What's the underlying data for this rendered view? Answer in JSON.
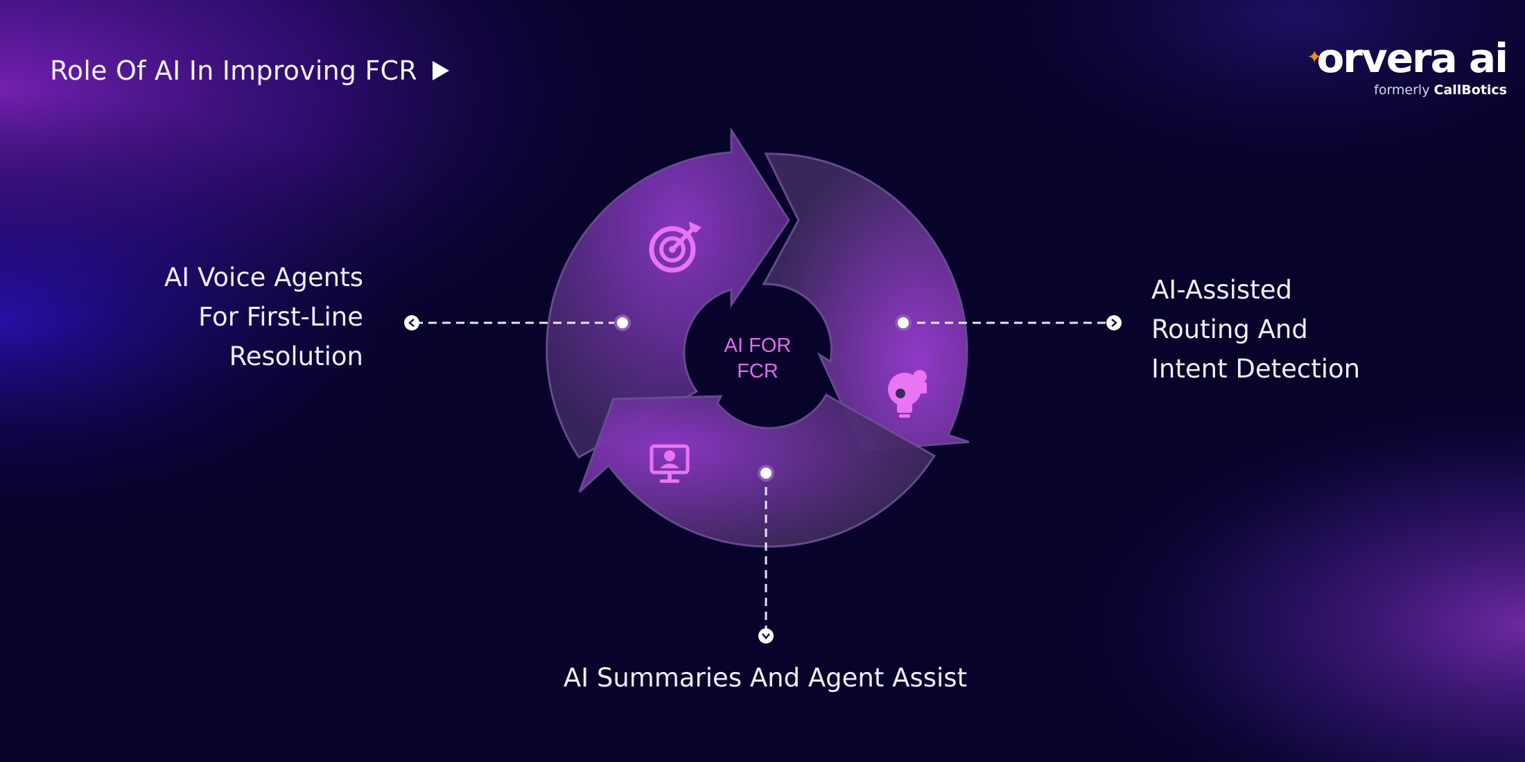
{
  "header": {
    "title": "Role Of AI In Improving FCR",
    "play_icon": "play-triangle-icon"
  },
  "logo": {
    "wordmark": "orvera ai",
    "sub_prefix": "formerly",
    "sub_brand": "CallBotics",
    "accent_color": "#f28a1e"
  },
  "cycle": {
    "center_label": [
      "AI FOR",
      "FCR"
    ],
    "center_color": "#e66bf0",
    "icons": [
      "target-icon",
      "lightbulb-puzzle-icon",
      "ai-monitor-icon"
    ]
  },
  "points": {
    "left": [
      "AI Voice Agents",
      "For First-Line",
      "Resolution"
    ],
    "right": [
      "AI-Assisted",
      "Routing And",
      "Intent Detection"
    ],
    "bottom": "AI Summaries And Agent Assist"
  },
  "colors": {
    "background": "#07032a",
    "accent_purple": "#9b3fd0",
    "icon_pink": "#ea74f4"
  }
}
